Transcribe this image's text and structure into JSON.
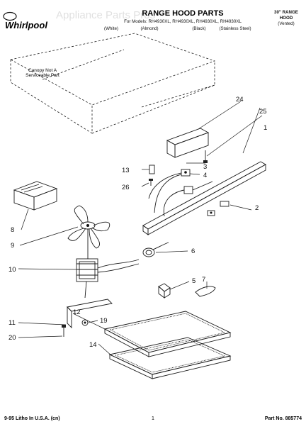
{
  "header": {
    "brand": "Whirlpool",
    "title": "RANGE HOOD PARTS",
    "models": "For Models: RH4930XL, RH4930XL, RH4930XL, RH4930XL",
    "finishes": [
      "(White)",
      "(Almond)",
      "(Black)",
      "(Stainless Steel)"
    ],
    "watermark": "Appliance Parts Pros",
    "hood_type_line1": "30\" RANGE",
    "hood_type_line2": "HOOD",
    "hood_type_line3": "(Vented)"
  },
  "canopy_note": {
    "line1": "Canopy Not A",
    "line2": "Serviceable Part"
  },
  "callouts": [
    {
      "id": "1",
      "label": "1"
    },
    {
      "id": "2",
      "label": "2"
    },
    {
      "id": "3",
      "label": "3"
    },
    {
      "id": "4",
      "label": "4"
    },
    {
      "id": "5",
      "label": "5"
    },
    {
      "id": "6",
      "label": "6"
    },
    {
      "id": "7",
      "label": "7"
    },
    {
      "id": "8",
      "label": "8"
    },
    {
      "id": "9",
      "label": "9"
    },
    {
      "id": "10",
      "label": "10"
    },
    {
      "id": "11",
      "label": "11"
    },
    {
      "id": "12",
      "label": "12"
    },
    {
      "id": "13",
      "label": "13"
    },
    {
      "id": "14",
      "label": "14"
    },
    {
      "id": "19",
      "label": "19"
    },
    {
      "id": "20",
      "label": "20"
    },
    {
      "id": "24",
      "label": "24"
    },
    {
      "id": "25",
      "label": "25"
    },
    {
      "id": "26",
      "label": "26"
    }
  ],
  "footer": {
    "litho": "9-95 Litho In U.S.A. (cn)",
    "page_number": "1",
    "part_number": "Part No. 885774"
  }
}
